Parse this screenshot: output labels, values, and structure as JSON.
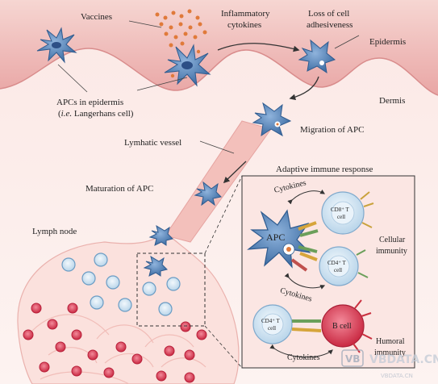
{
  "labels": {
    "vaccines": "Vaccines",
    "inflammatory_1": "Inflammatory",
    "inflammatory_2": "cytokines",
    "loss_1": "Loss of cell",
    "loss_2": "adhesiveness",
    "epidermis": "Epidermis",
    "dermis": "Dermis",
    "apcs_epidermis_1": "APCs in epidermis",
    "apcs_epidermis_2_pre": "(",
    "apcs_epidermis_2_ie": "i.e.",
    "apcs_epidermis_2_post": " Langerhans cell)",
    "migration": "Migration of APC",
    "lymphatic_vessel": "Lymhatic vessel",
    "maturation": "Maturation of APC",
    "adaptive": "Adaptive immune response",
    "lymph_node": "Lymph node"
  },
  "inset": {
    "cytokines_top": "Cytokines",
    "cytokines_mid": "Cytokines",
    "cytokines_bottom": "Cytokines",
    "apc": "APC",
    "cd8_line1": "CD8⁺ T",
    "cd8_line2": "cell",
    "cd4a_line1": "CD4⁺ T",
    "cd4a_line2": "cell",
    "cd4b_line1": "CD4⁺ T",
    "cd4b_line2": "cell",
    "bcell": "B cell",
    "cellular_1": "Cellular",
    "cellular_2": "immunity",
    "humoral_1": "Humoral",
    "humoral_2": "immunity"
  },
  "watermark": {
    "logo": "VB",
    "brand": "VBDATA.CN",
    "domain": "VBDATA.CN"
  },
  "colors": {
    "epidermis": "#f3c4c0",
    "dermis": "#fbeeeb",
    "apc": "#5b86b8",
    "tcell": "#cfe2f0",
    "bcell": "#e0405a",
    "node": "#fbe1dd"
  }
}
